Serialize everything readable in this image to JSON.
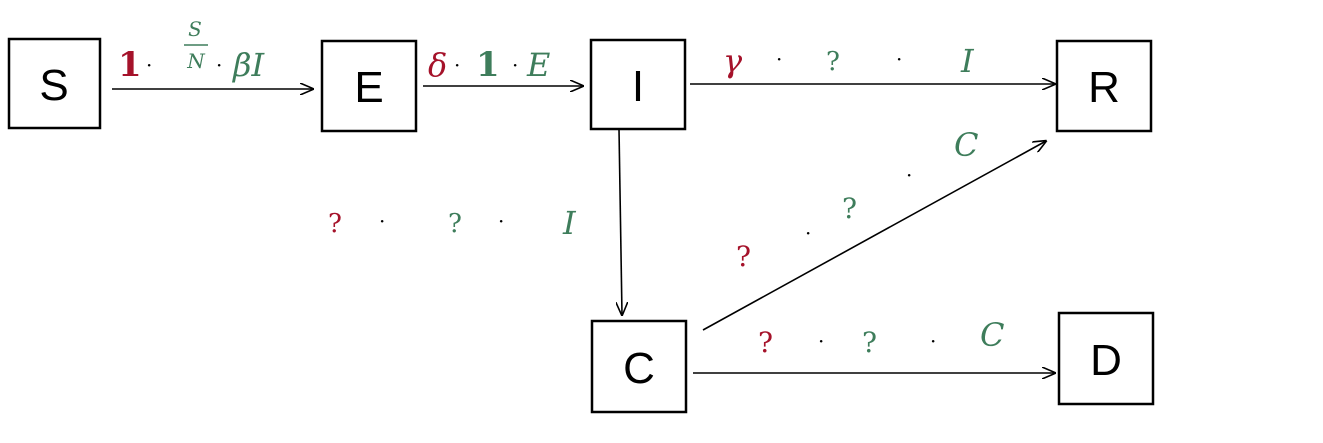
{
  "colors": {
    "red": "#a5122a",
    "green": "#3e7d5b",
    "black": "#000000"
  },
  "nodes": {
    "S": "S",
    "E": "E",
    "I": "I",
    "R": "R",
    "C": "C",
    "D": "D"
  },
  "labels": {
    "s_to_e": {
      "one": "1",
      "dot": "·",
      "frac_num": "S",
      "frac_den": "N",
      "dot2": "·",
      "beta_i": "βI"
    },
    "e_to_i": {
      "delta": "δ",
      "dot": "·",
      "one": "1",
      "dot2": "·",
      "e": "E"
    },
    "i_to_r": {
      "gamma": "γ",
      "dot": "·",
      "q": "?",
      "dot2": "·",
      "i": "I"
    },
    "i_to_c": {
      "q1": "?",
      "dot": "·",
      "q2": "?",
      "dot2": "·",
      "i": "I"
    },
    "c_to_r": {
      "q1": "?",
      "dot": "·",
      "q2": "?",
      "dot2": "·",
      "c": "C"
    },
    "c_to_d": {
      "q1": "?",
      "dot": "·",
      "q2": "?",
      "dot2": "·",
      "c": "C"
    }
  }
}
